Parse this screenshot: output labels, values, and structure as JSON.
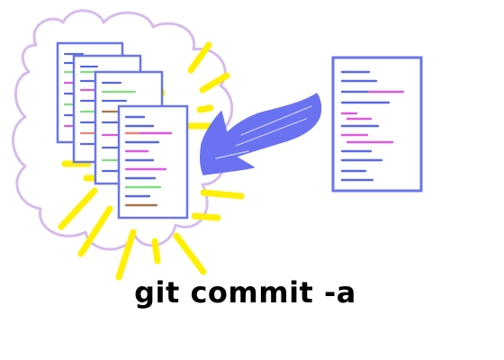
{
  "caption": "git commit -a",
  "colors": {
    "cloud": "#d6bcec",
    "page_border": "#6a76ea",
    "page_fill": "#ffffff",
    "code_blue": "#5868e4",
    "code_pink": "#dc5ae0",
    "code_green": "#7ee07a",
    "code_red": "#ec8478",
    "code_brown": "#a9744a",
    "glow": "#fef000",
    "arrow": "#6a72f2",
    "text": "#000000"
  },
  "illustration": {
    "repository": "cloud-outline",
    "stacked_pages": 4,
    "working_page": "single-page-with-code-lines",
    "arrow": "brush-arrow-pointing-left",
    "highlight": "yellow-glow-rays"
  }
}
